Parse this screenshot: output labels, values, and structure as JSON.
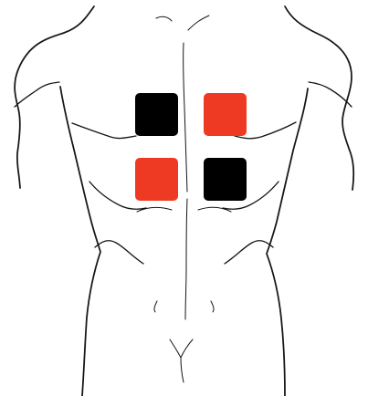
{
  "figure": {
    "subject": "front-torso-outline",
    "pads": [
      {
        "id": "upper-left",
        "color": "#000000"
      },
      {
        "id": "upper-right",
        "color": "#ef3a23"
      },
      {
        "id": "lower-left",
        "color": "#ef3a23"
      },
      {
        "id": "lower-right",
        "color": "#000000"
      }
    ],
    "line_color": "#151515",
    "background": "#ffffff"
  }
}
